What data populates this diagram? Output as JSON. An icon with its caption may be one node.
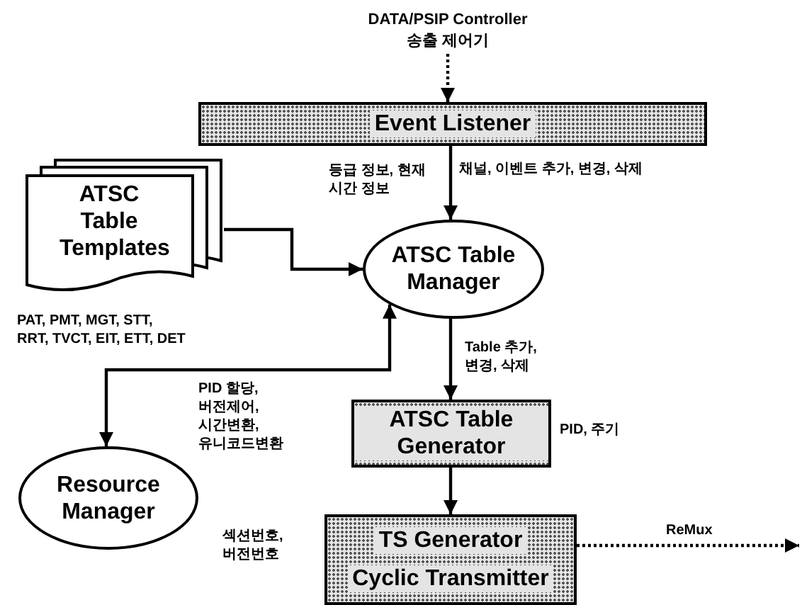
{
  "diagram": {
    "nodes": [
      {
        "text": [
          "DATA/PSIP Controller",
          "송출 제어기"
        ]
      },
      {
        "text": [
          "Event Listener"
        ]
      },
      {
        "text": [
          "ATSC Table Templates"
        ],
        "beside": [
          "PAT, PMT, MGT, STT, RRT, TVCT, EIT, ETT, DET"
        ]
      },
      {
        "text": [
          "ATSC Table Manager"
        ]
      },
      {
        "text": [
          "Resource Manager"
        ]
      },
      {
        "text": [
          "ATSC Table Generator"
        ],
        "beside": [
          "PID, 주기"
        ]
      },
      {
        "text": [
          "TS Generator",
          "Cyclic Transmitter"
        ]
      }
    ],
    "edges": [
      {
        "from": 0,
        "to": 1,
        "arrow": "to",
        "style": "dashed"
      },
      {
        "from": 1,
        "to": 3,
        "arrow": "to",
        "label": "채널, 이벤트 추가, 변경, 삭제"
      },
      {
        "from": 2,
        "to": 3,
        "arrow": "to"
      },
      {
        "from": 4,
        "to": 3,
        "arrow": "both",
        "label": "PID 할당, 버전제어, 시간변환, 유니코드변환"
      },
      {
        "from": 3,
        "to": 5,
        "arrow": "to",
        "label": "Table 추가, 변경, 삭제"
      },
      {
        "from": 5,
        "to": 6,
        "arrow": "to"
      },
      {
        "from": 6,
        "to": null,
        "arrow": "to",
        "style": "dashed",
        "label": "ReMux"
      }
    ],
    "labels": [
      "등급 정보, 현재 시간 정보",
      "섹션번호, 버전번호"
    ]
  }
}
